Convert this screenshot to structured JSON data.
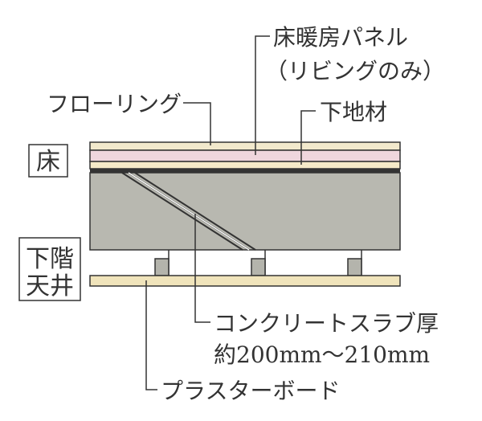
{
  "labels": {
    "floor_heating_panel": "床暖房パネル",
    "living_only": "（リビングのみ）",
    "flooring": "フローリング",
    "subfloor": "下地材",
    "floor_box": "床",
    "lower_ceiling_line1": "下階",
    "lower_ceiling_line2": "天井",
    "concrete_slab": "コンクリートスラブ厚",
    "slab_thickness": "約200mm〜210mm",
    "plasterboard": "プラスターボード"
  },
  "colors": {
    "line": "#333333",
    "flooring": "#f2e9cc",
    "heating_panel": "#efd6dd",
    "subfloor": "#f5eac8",
    "concrete": "#b8b8b0",
    "support_block": "#b4b4ac",
    "plasterboard": "#f0e4bb"
  }
}
